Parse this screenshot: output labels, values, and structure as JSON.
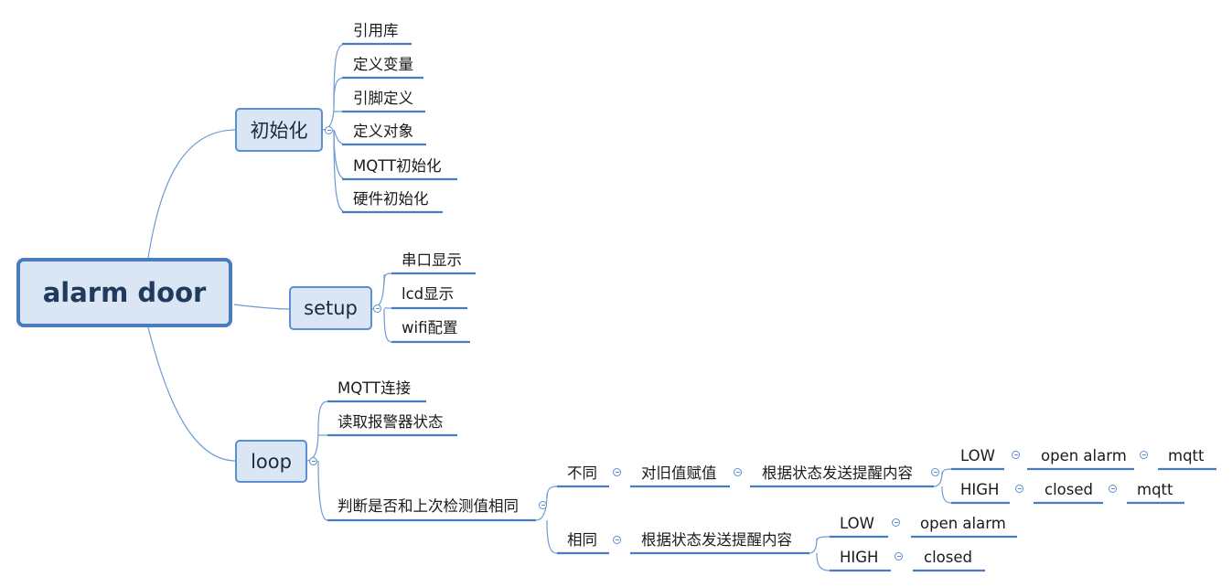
{
  "root": {
    "label": "alarm door"
  },
  "init": {
    "label": "初始化",
    "children": [
      "引用库",
      "定义变量",
      "引脚定义",
      "定义对象",
      "MQTT初始化",
      "硬件初始化"
    ]
  },
  "setup": {
    "label": "setup",
    "children": [
      "串口显示",
      "lcd显示",
      "wifi配置"
    ]
  },
  "loop": {
    "label": "loop",
    "children": [
      "MQTT连接",
      "读取报警器状态",
      "判断是否和上次检测值相同"
    ],
    "diff": {
      "label": "不同",
      "assign": "对旧值赋值",
      "send": "根据状态发送提醒内容",
      "low": "LOW",
      "low_action": "open alarm",
      "low_mqtt": "mqtt",
      "high": "HIGH",
      "high_action": "closed",
      "high_mqtt": "mqtt"
    },
    "same": {
      "label": "相同",
      "send": "根据状态发送提醒内容",
      "low": "LOW",
      "low_action": "open alarm",
      "high": "HIGH",
      "high_action": "closed"
    }
  },
  "colors": {
    "line": "#4a7cc0",
    "node_fill": "#dbe6f4",
    "node_border": "#5b8fd0"
  }
}
